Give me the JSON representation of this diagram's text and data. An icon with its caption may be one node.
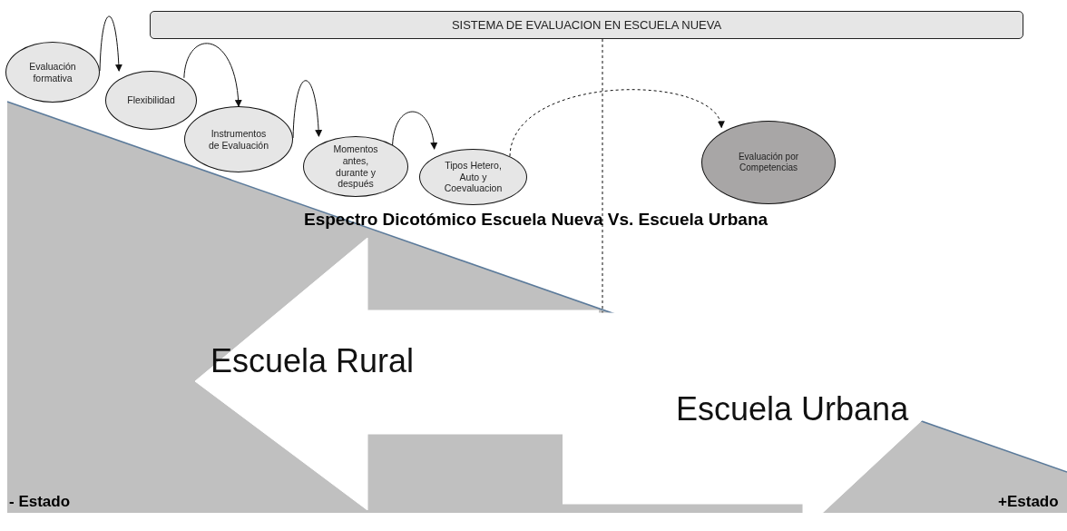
{
  "diagram": {
    "nodes": [
      {
        "text": [
          "SISTEMA DE EVALUACION EN ESCUELA NUEVA"
        ]
      },
      {
        "text": [
          "Evaluación formativa"
        ]
      },
      {
        "text": [
          "Flexibilidad"
        ]
      },
      {
        "text": [
          "Instrumentos de Evaluación"
        ]
      },
      {
        "text": [
          "Momentos antes, durante y después"
        ]
      },
      {
        "text": [
          "Tipos  Hetero, Auto y Coevaluacion"
        ]
      },
      {
        "text": [
          "Evaluación por Competencias"
        ]
      },
      {
        "text": [
          "Escuela Rural"
        ]
      },
      {
        "text": [
          "Escuela Urbana"
        ]
      }
    ],
    "edges": [
      {
        "from": 1,
        "to": 2,
        "arrow": "to"
      },
      {
        "from": 2,
        "to": 3,
        "arrow": "to"
      },
      {
        "from": 3,
        "to": 4,
        "arrow": "to"
      },
      {
        "from": 4,
        "to": 5,
        "arrow": "to"
      },
      {
        "from": 5,
        "to": 6,
        "arrow": "to",
        "style": "dashed"
      },
      {
        "from": 0,
        "to": 8,
        "arrow": "none",
        "style": "dashed"
      }
    ],
    "labels": [
      "Espectro Dicotómico Escuela Nueva Vs. Escuela Urbana",
      "- Estado",
      "+Estado"
    ]
  }
}
